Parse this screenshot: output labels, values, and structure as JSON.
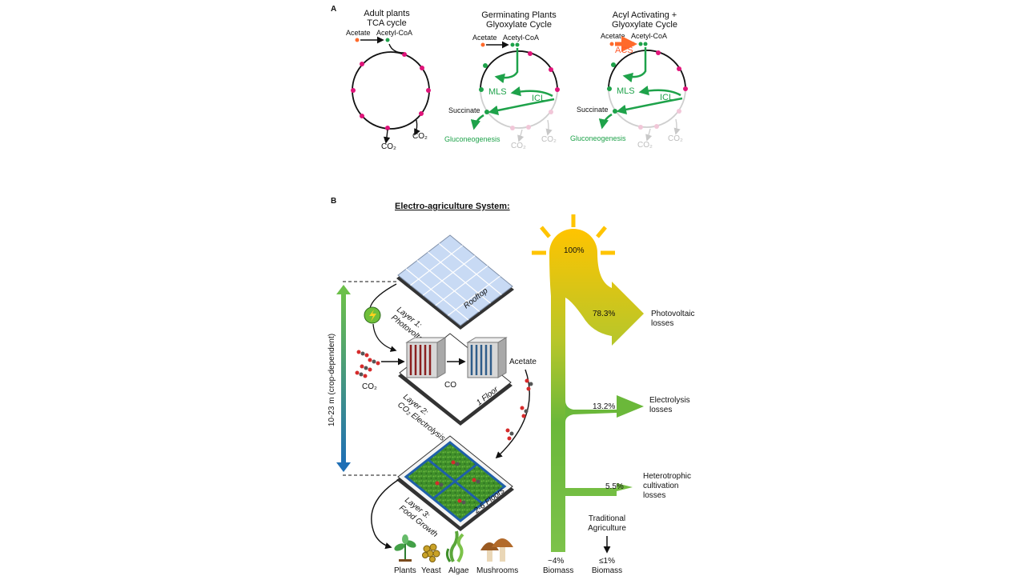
{
  "colors": {
    "green": "#1ea24a",
    "magenta": "#e0147a",
    "orange": "#ff6a2b",
    "grey": "#c8c8c8",
    "sun": "#ffc400",
    "flow_green": "#6bb83a",
    "solar_blue": "#bcd3f2",
    "height_arrow_top": "#6cc04a",
    "height_arrow_bottom": "#1f6fb5"
  },
  "panelA": {
    "label": "A",
    "diagrams": [
      {
        "title": [
          "Adult plants",
          "TCA cycle"
        ],
        "acetate": "Acetate",
        "acetyl_coa": "Acetyl-CoA",
        "co2": [
          "CO₂",
          "CO₂"
        ]
      },
      {
        "title": [
          "Germinating Plants",
          "Glyoxylate Cycle"
        ],
        "acetate": "Acetate",
        "acetyl_coa": "Acetyl-CoA",
        "mls": "MLS",
        "icl": "ICL",
        "succinate": "Succinate",
        "gluconeogenesis": "Gluconeogenesis",
        "co2": [
          "CO₂",
          "CO₂"
        ]
      },
      {
        "title": [
          "Acyl Activating +",
          "Glyoxylate Cycle"
        ],
        "acetate": "Acetate",
        "acetyl_coa": "Acetyl-CoA",
        "acs": "ACS",
        "mls": "MLS",
        "icl": "ICL",
        "succinate": "Succinate",
        "gluconeogenesis": "Gluconeogenesis",
        "co2": [
          "CO₂",
          "CO₂"
        ]
      }
    ]
  },
  "panelB": {
    "label": "B",
    "title": "Electro-agriculture System:",
    "height_label": "10-23 m (crop-dependent)",
    "layer1": {
      "label": [
        "Layer 1:",
        "Photovoltaics"
      ],
      "floor": "Rooftop"
    },
    "layer2": {
      "label": [
        "Layer 2:",
        "CO₂ Electrolysis"
      ],
      "floor": "1 Floor",
      "co2": "CO₂",
      "co": "CO",
      "acetate": "Acetate"
    },
    "layer3": {
      "label": [
        "Layer 3:",
        "Food Growth"
      ],
      "floor": "2-6 Floors"
    },
    "foods": [
      "Plants",
      "Yeast",
      "Algae",
      "Mushrooms"
    ],
    "energy": {
      "start": "100%",
      "losses": [
        {
          "value": "78.3%",
          "label": [
            "Photovoltaic",
            "losses"
          ]
        },
        {
          "value": "13.2%",
          "label": [
            "Electrolysis",
            "losses"
          ]
        },
        {
          "value": "5.5%",
          "label": [
            "Heterotrophic",
            "cultivation",
            "losses"
          ]
        }
      ],
      "biomass": [
        "~4%",
        "Biomass"
      ],
      "traditional": {
        "label": [
          "Traditional",
          "Agriculture"
        ],
        "value": [
          "≤1%",
          "Biomass"
        ]
      }
    }
  }
}
